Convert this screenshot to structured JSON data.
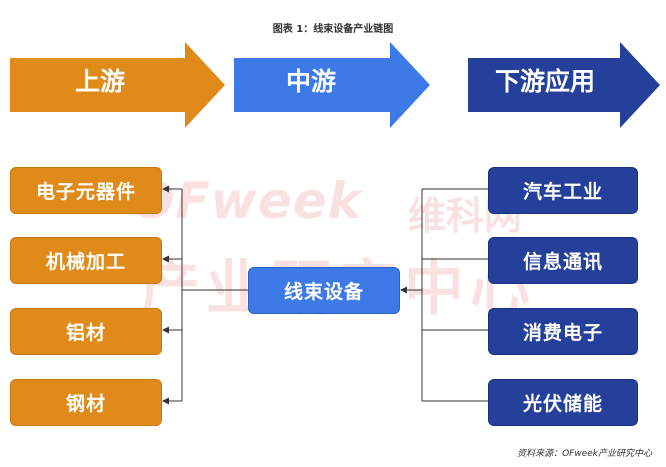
{
  "title": "图表 1：线束设备产业链图",
  "stages": {
    "upstream": "上游",
    "midstream": "中游",
    "downstream": "下游应用"
  },
  "upstream_items": [
    "电子元器件",
    "机械加工",
    "铝材",
    "钢材"
  ],
  "center_item": "线束设备",
  "downstream_items": [
    "汽车工业",
    "信息通讯",
    "消费电子",
    "光伏储能"
  ],
  "watermark": {
    "logo": "OFweek",
    "brand": "维科网",
    "center": "产业研究中心"
  },
  "source": "资料来源：OFweek产业研究中心",
  "colors": {
    "orange": "#e08a1a",
    "blue_mid": "#3d7ae8",
    "blue_dark": "#24409a"
  }
}
